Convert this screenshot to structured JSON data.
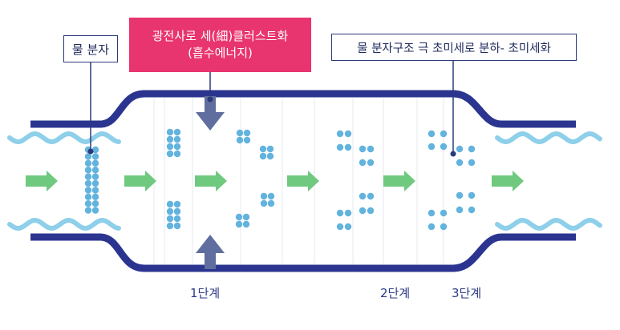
{
  "labels": {
    "water_molecule": "물 분자",
    "photoelectric_line1": "광전사로 세(細)클러스트화",
    "photoelectric_line2": "(흡수에너지)",
    "ultrafine": "물 분자구조 극 초미세로 분하- 초미세화"
  },
  "stages": [
    "1단계",
    "2단계",
    "3단계"
  ],
  "colors": {
    "pipe": "#2b3590",
    "wave": "#8ecfea",
    "arrow": "#6fc97f",
    "molecule": "#62b3de",
    "energy_arrow": "#5f6e9e",
    "highlight": "#e8346f",
    "leader_line": "#2b3a7a"
  }
}
